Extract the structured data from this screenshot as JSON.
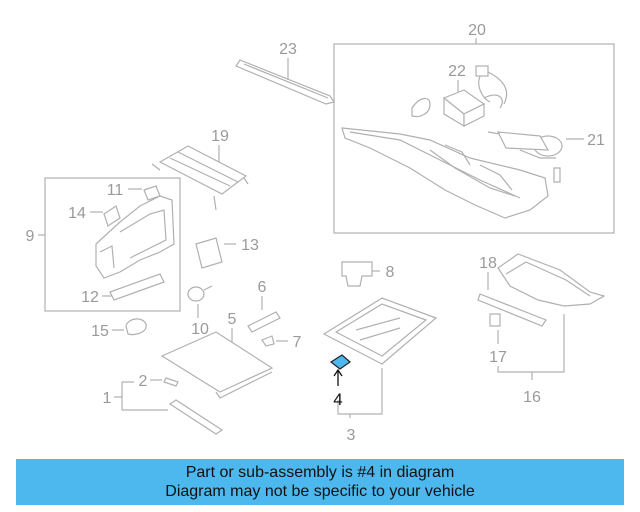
{
  "labels": {
    "l1": "1",
    "l2": "2",
    "l3": "3",
    "l4": "4",
    "l5": "5",
    "l6": "6",
    "l7": "7",
    "l8": "8",
    "l9": "9",
    "l10": "10",
    "l11": "11",
    "l12": "12",
    "l13": "13",
    "l14": "14",
    "l15": "15",
    "l16": "16",
    "l17": "17",
    "l18": "18",
    "l19": "19",
    "l20": "20",
    "l21": "21",
    "l22": "22",
    "l23": "23"
  },
  "highlight_color": "#4db8ee",
  "banner": {
    "line1": "Part or sub-assembly is #4 in diagram",
    "line2": "Diagram may not be specific to your vehicle"
  }
}
